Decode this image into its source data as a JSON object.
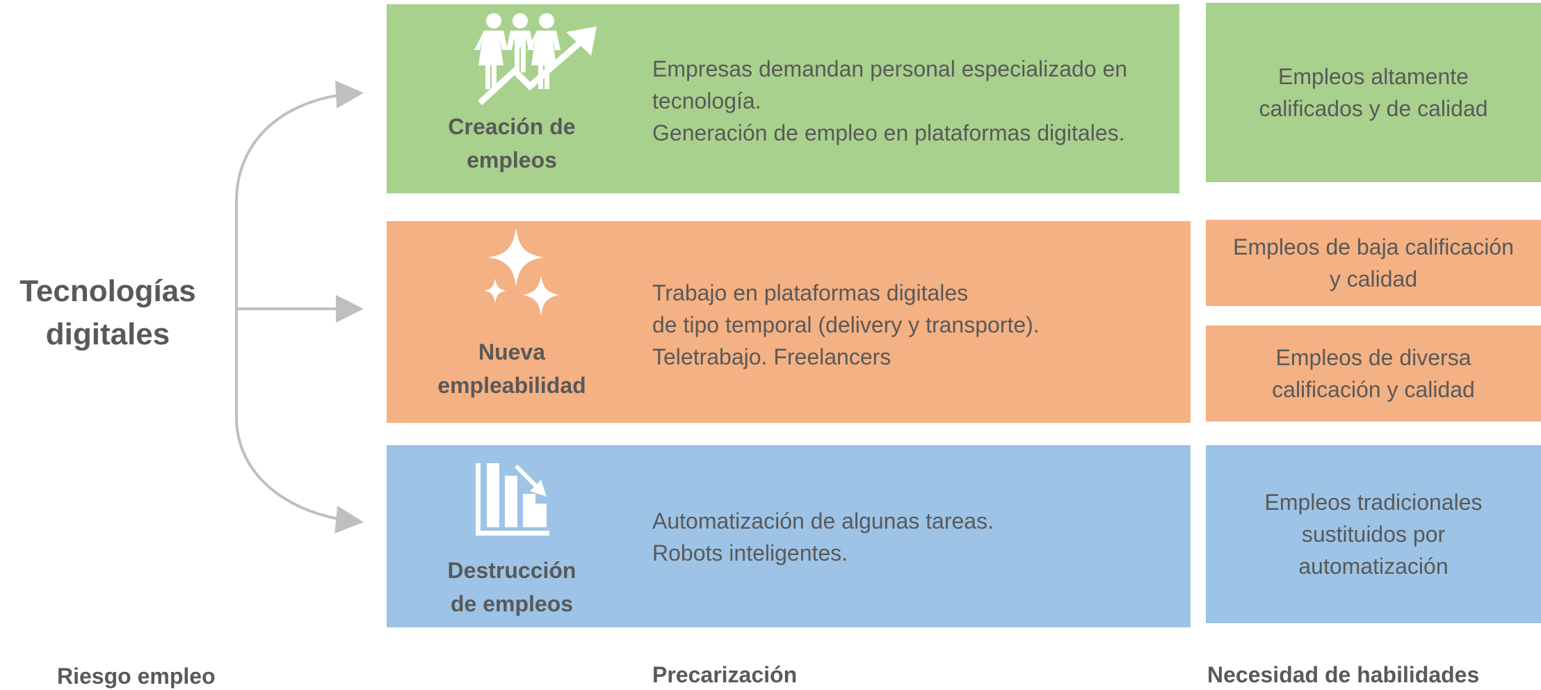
{
  "main_title": {
    "line1": "Tecnologías",
    "line2": "digitales"
  },
  "rows": [
    {
      "icon": "people-growth-icon",
      "color": "#a9d18e",
      "label_line1": "Creación de",
      "label_line2": "empleos",
      "desc_lines": [
        "Empresas demandan personal especializado en",
        "tecnología.",
        "Generación de empleo en plataformas digitales."
      ]
    },
    {
      "icon": "sparkles-icon",
      "color": "#f4b183",
      "label_line1": "Nueva",
      "label_line2": "empleabilidad",
      "desc_lines": [
        "Trabajo en plataformas digitales",
        "de tipo temporal (delivery y transporte).",
        "Teletrabajo. Freelancers"
      ]
    },
    {
      "icon": "declining-chart-icon",
      "color": "#9dc3e6",
      "label_line1": "Destrucción",
      "label_line2": "de empleos",
      "desc_lines": [
        "Automatización de algunas tareas.",
        "Robots inteligentes."
      ]
    }
  ],
  "outcomes": [
    {
      "line1": "Empleos altamente",
      "line2": "calificados y de calidad"
    },
    {
      "line1": "Empleos de baja calificación",
      "line2": "y calidad"
    },
    {
      "line1": "Empleos de diversa",
      "line2": "calificación  y calidad"
    },
    {
      "line1": "Empleos tradicionales",
      "line2": "sustituidos por",
      "line3": "automatización"
    }
  ],
  "footer": {
    "left": "Riesgo empleo",
    "middle": "Precarización",
    "right": "Necesidad de habilidades"
  },
  "colors": {
    "text": "#595959",
    "arrow": "#bfbfbf",
    "green": "#a9d18e",
    "orange": "#f4b183",
    "blue": "#9dc3e6"
  }
}
